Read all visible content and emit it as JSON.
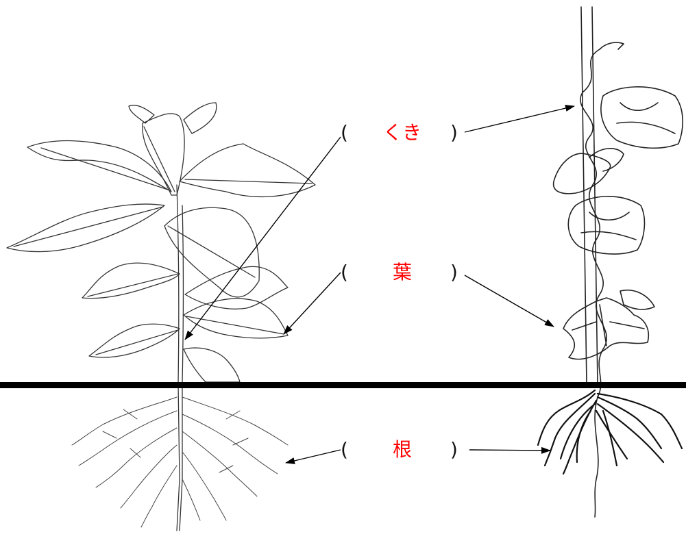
{
  "labels": {
    "stem": {
      "open": "(",
      "answer": "くき",
      "close": ")"
    },
    "leaf": {
      "open": "(",
      "answer": "葉",
      "close": ")"
    },
    "root": {
      "open": "(",
      "answer": "根",
      "close": ")"
    }
  },
  "colors": {
    "answer": "#ff0000",
    "line": "#000000",
    "ground": "#000000"
  },
  "icons": {
    "left_plant": "sunflower-sapling-drawing",
    "right_plant": "morning-glory-vine-drawing"
  }
}
